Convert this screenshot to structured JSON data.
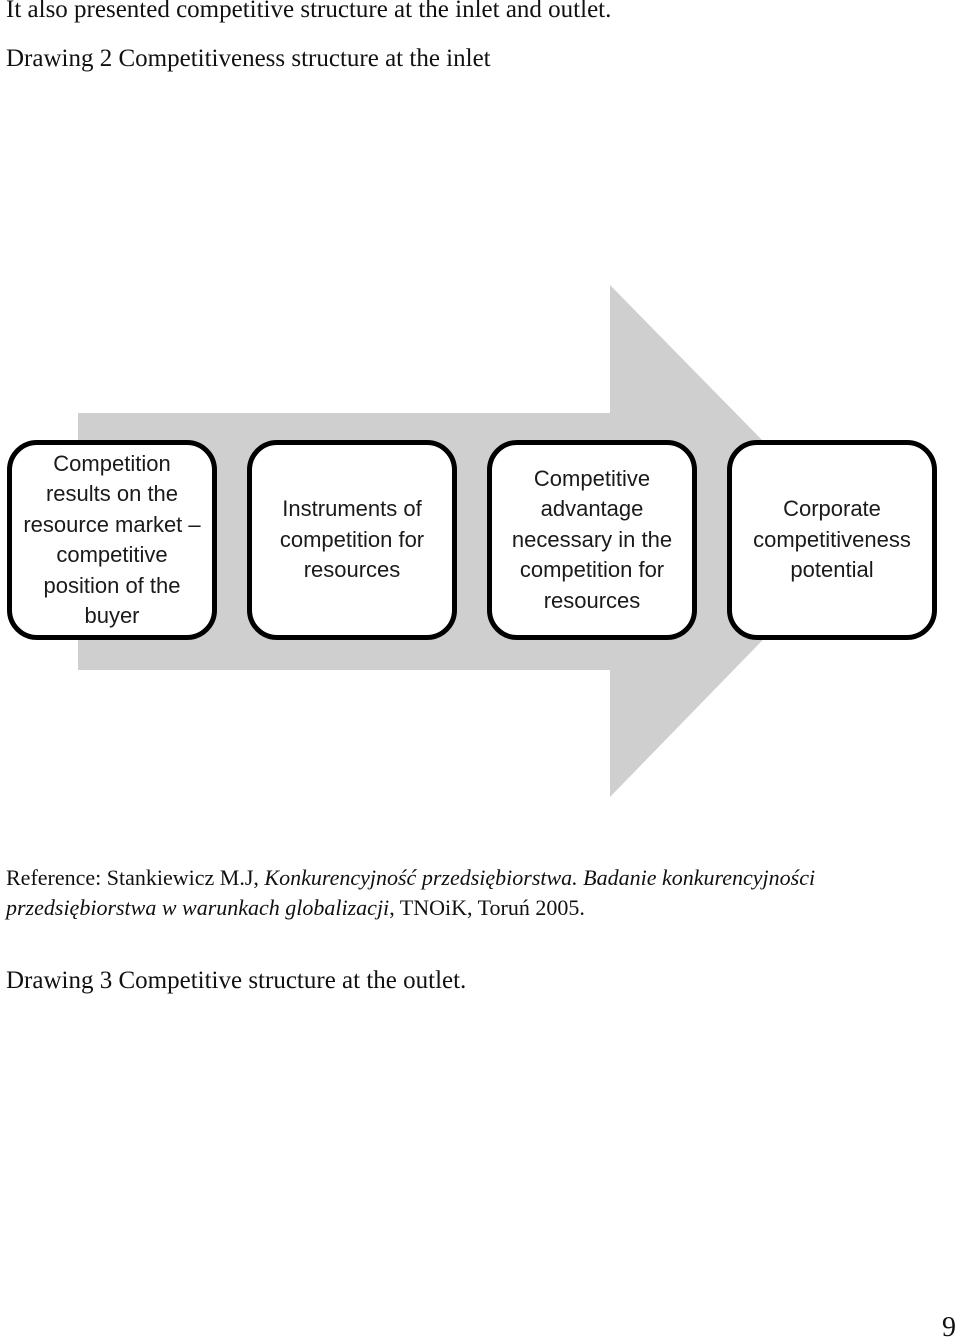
{
  "intro_text": "It also presented competitive structure at the inlet and outlet.",
  "drawing2_caption": "Drawing 2 Competitiveness structure at the inlet",
  "diagram": {
    "boxes": [
      "Competition results on the resource market – competitive position of the buyer",
      "Instruments of competition for resources",
      "Competitive advantage necessary in the competition for resources",
      "Corporate competitiveness potential"
    ],
    "arrow_color": "#cfcfcf"
  },
  "reference": {
    "prefix": "Reference: Stankiewicz M.J, ",
    "italic": "Konkurencyjność przedsiębiorstwa. Badanie konkurencyjności przedsiębiorstwa w warunkach globalizacji",
    "suffix": ", TNOiK, Toruń 2005."
  },
  "drawing3_caption": "Drawing 3 Competitive structure at the outlet.",
  "page_number": "9"
}
